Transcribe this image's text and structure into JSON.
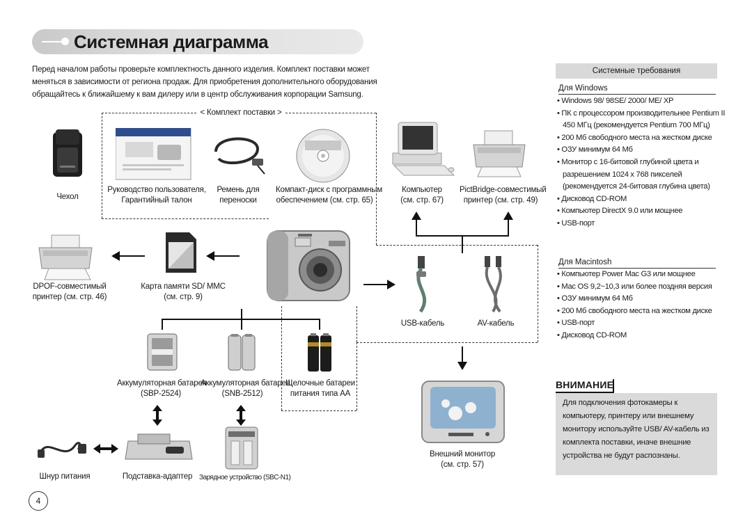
{
  "page_title": "Системная диаграмма",
  "intro_lines": [
    "Перед началом работы проверьте комплектность данного изделия. Комплект поставки может",
    "меняться в зависимости от региона продаж.  Для приобретения дополнительного оборудования",
    "обращайтесь к ближайшему к вам дилеру или в центр обслуживания корпорации Samsung."
  ],
  "package_label": "< Комплект поставки >",
  "items": {
    "case": "Чехол",
    "manual": [
      "Руководство пользователя,",
      "Гарантийный талон"
    ],
    "strap": [
      "Ремень для",
      "переноски"
    ],
    "cd": [
      "Компакт-диск с программным",
      "обеспечением (см. стр. 65)"
    ],
    "computer": [
      "Компьютер",
      "(см. стр. 67)"
    ],
    "pictbridge": [
      "PictBridge-совместимый",
      "принтер (см. стр. 49)"
    ],
    "dpof": [
      "DPOF-совместимый",
      "принтер (см. стр. 46)"
    ],
    "memory": [
      "Карта памяти SD/ MMC",
      "(см. стр. 9)"
    ],
    "usb_cable": "USB-кабель",
    "av_cable": "AV-кабель",
    "battery1": [
      "Аккумуляторная батарея",
      "(SBP-2524)"
    ],
    "battery2": [
      "Аккумуляторная батарея",
      "(SNB-2512)"
    ],
    "alkaline": [
      "Щелочные батареи",
      "питания типа АА"
    ],
    "monitor": [
      "Внешний монитор",
      "(см. стр. 57)"
    ],
    "power_cord": "Шнур питания",
    "cradle": "Подставка-адаптер",
    "charger": "Зарядное устройство (SBC-N1)"
  },
  "sidebar": {
    "header": "Системные требования",
    "windows_title": "Для Windows",
    "windows_items": [
      "• Windows 98/ 98SE/ 2000/ ME/ XP",
      "• ПК с процессором производительнее Pentium II",
      "  450 МГц (рекомендуется Pentium 700 МГц)",
      "• 200 Мб свободного места на жестком диске",
      "• ОЗУ минимум 64 Мб",
      "• Монитор с 16-битовой глубиной цвета и",
      "  разрешением 1024 x 768 пикселей",
      "  (рекомендуется 24-битовая глубина цвета)",
      "• Дисковод CD-ROM",
      "• Компьютер DirectX 9.0  или мощнее",
      "• USB-порт"
    ],
    "mac_title": "Для Macintosh",
    "mac_items": [
      "• Компьютер Power Mac G3 или мощнее",
      "• Mac OS 9,2~10,3 или более поздняя версия",
      "• ОЗУ минимум 64 Мб",
      "• 200 Мб свободного места на жестком диске",
      "• USB-порт",
      "• Дисковод CD-ROM"
    ]
  },
  "warning": {
    "title": "ВНИМАНИЕ",
    "lines": [
      "Для подключения фотокамеры к",
      "компьютеру, принтеру или внешнему",
      "монитору используйте USB/ AV-кабель из",
      "комплекта поставки, иначе внешние",
      "устройства не будут распознаны."
    ]
  },
  "page_number": "4"
}
